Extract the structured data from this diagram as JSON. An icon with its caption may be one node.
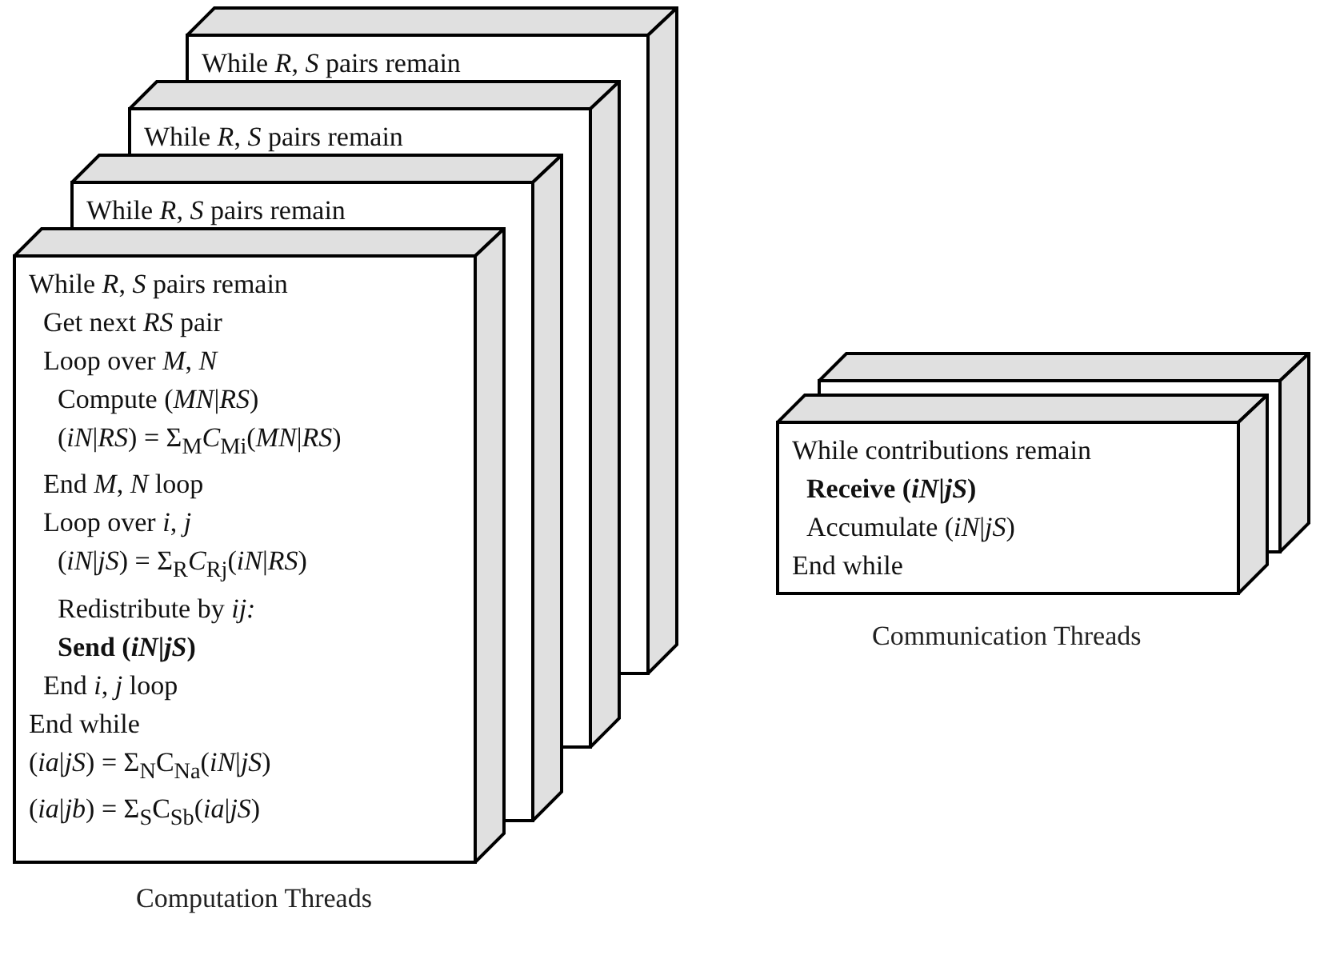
{
  "diagram": {
    "nodes": [
      {
        "text": [
          "While *R*, *S* pairs remain"
        ]
      },
      {
        "text": [
          "While *R*, *S* pairs remain"
        ]
      },
      {
        "text": [
          "While *R*, *S* pairs remain"
        ]
      },
      {
        "text": [
          "While *R*, *S* pairs remain",
          "Get next *RS* pair",
          "Loop over *M*, *N*",
          "Compute (*MN*|*RS*)",
          "(*iN*|*RS*) = Σ$_{M}$*C*$_{Mi}$(*MN*|*RS*)",
          "End *M*, *N* loop",
          "Loop over *i*, *j*",
          "(*iN*|*jS*) = Σ$_{R}$*C*$_{Rj}$(*iN*|*RS*)",
          "Redistribute by *ij:*",
          "**Send (*iN*|*jS*)**",
          "End *i*, *j* loop",
          "End while",
          "(*ia*|*jS*) = Σ$_{N}$C$_{Na}$(*iN*|*jS*)",
          "(*ia*|*jb*) = Σ$_{S}$C$_{Sb}$(*ia*|*jS*)"
        ]
      },
      {
        "text": [],
        "shape": "box"
      },
      {
        "text": [
          "While contributions remain",
          "**Receive (*iN*|*jS*)**",
          "Accumulate (*iN*|*jS*)",
          "End while"
        ]
      }
    ],
    "edges": [],
    "labels": [
      "Computation Threads",
      "Communication Threads"
    ]
  }
}
